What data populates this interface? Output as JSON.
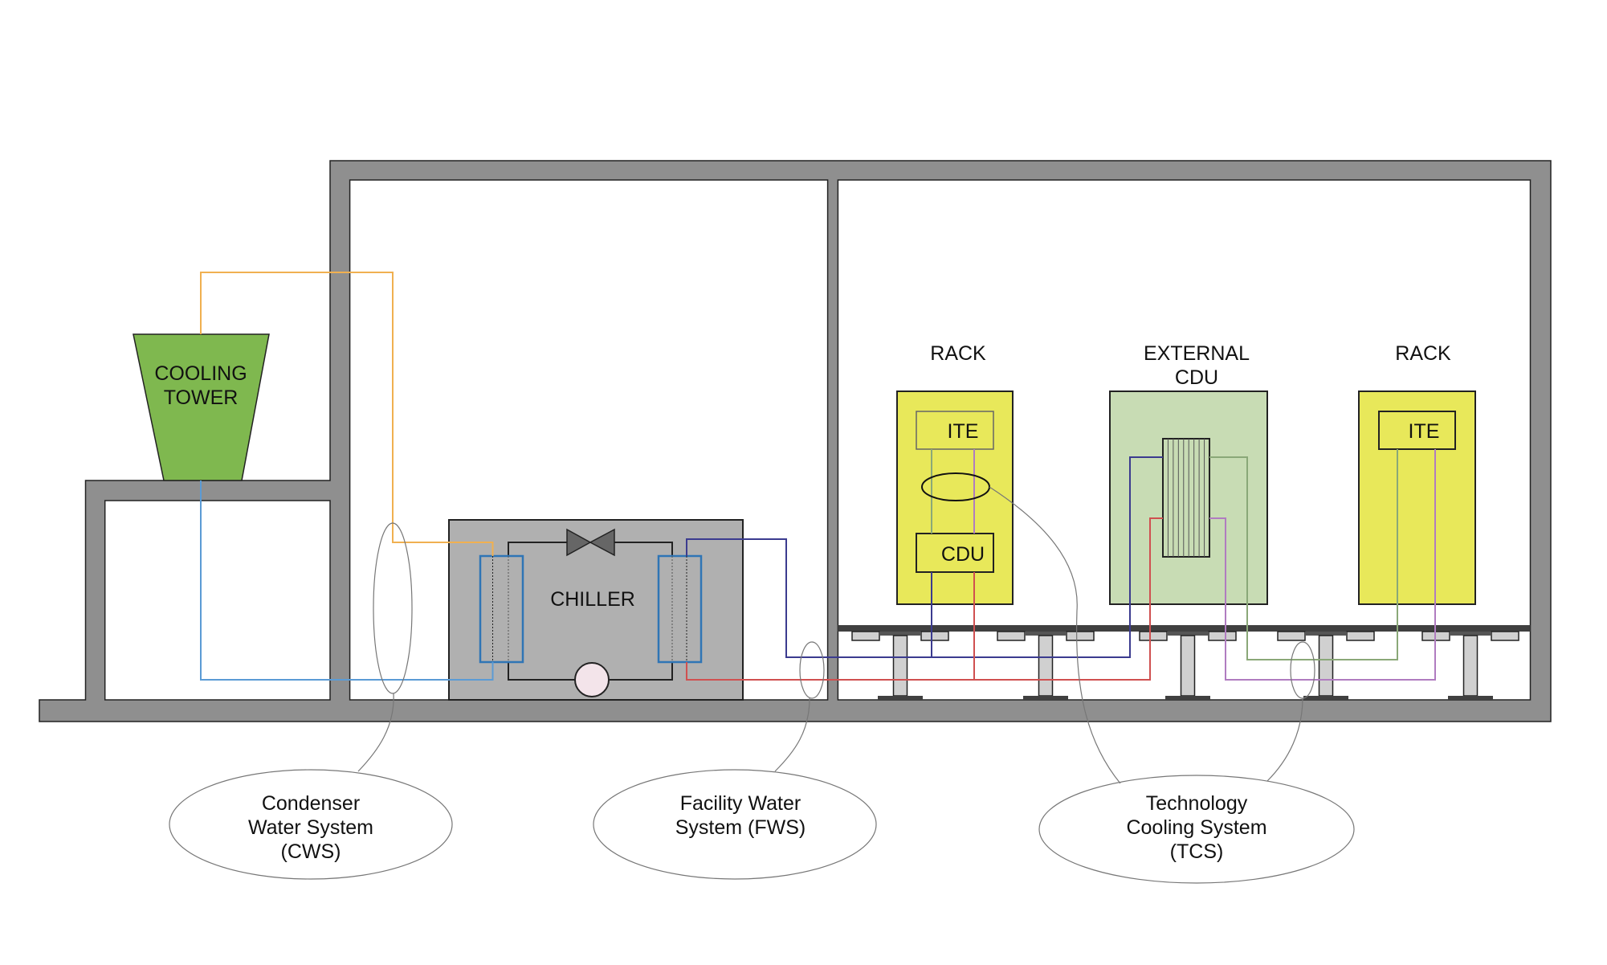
{
  "labels": {
    "cooling_tower": [
      "COOLING",
      "TOWER"
    ],
    "chiller": "CHILLER",
    "rack_left": "RACK",
    "external_cdu": [
      "EXTERNAL",
      "CDU"
    ],
    "rack_right": "RACK",
    "ite_left": "ITE",
    "cdu_in_rack": "CDU",
    "ite_right": "ITE"
  },
  "callouts": {
    "cws": [
      "Condenser",
      "Water System",
      "(CWS)"
    ],
    "fws": [
      "Facility Water",
      "System (FWS)"
    ],
    "tcs": [
      "Technology",
      "Cooling System",
      "(TCS)"
    ]
  },
  "colors": {
    "wall": "#8f8f8f",
    "chiller": "#b0b0b0",
    "cooling_tower": "#7fb84f",
    "rack": "#e8e85a",
    "external_cdu": "#c8dcb4",
    "condenser_supply": "#f0b050",
    "condenser_return": "#5b9bd5",
    "heat_exchanger": "#2f75b5",
    "facility_supply": "#3b3b8f",
    "facility_return": "#d05050",
    "tcs_supply": "#8aa878",
    "tcs_return": "#b07cc0",
    "pump": "#f3e4ea",
    "valve": "#666666"
  }
}
